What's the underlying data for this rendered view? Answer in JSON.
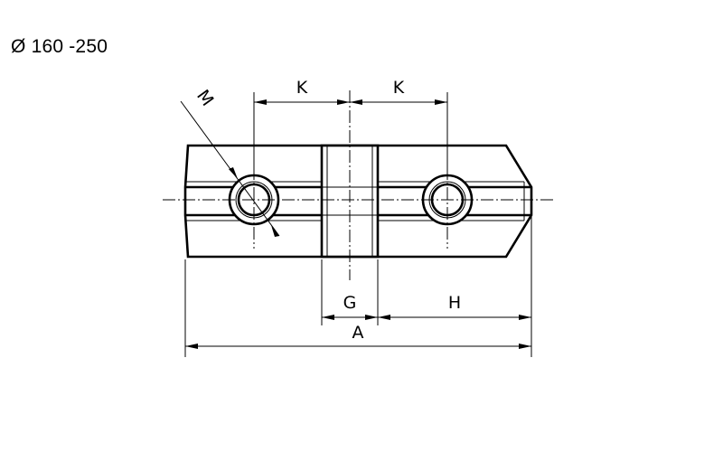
{
  "header": {
    "size_range": "Ø 160 -250"
  },
  "dimensions": {
    "k_left": "K",
    "k_right": "K",
    "thread": "M",
    "g": "G",
    "h": "H",
    "a": "A"
  }
}
